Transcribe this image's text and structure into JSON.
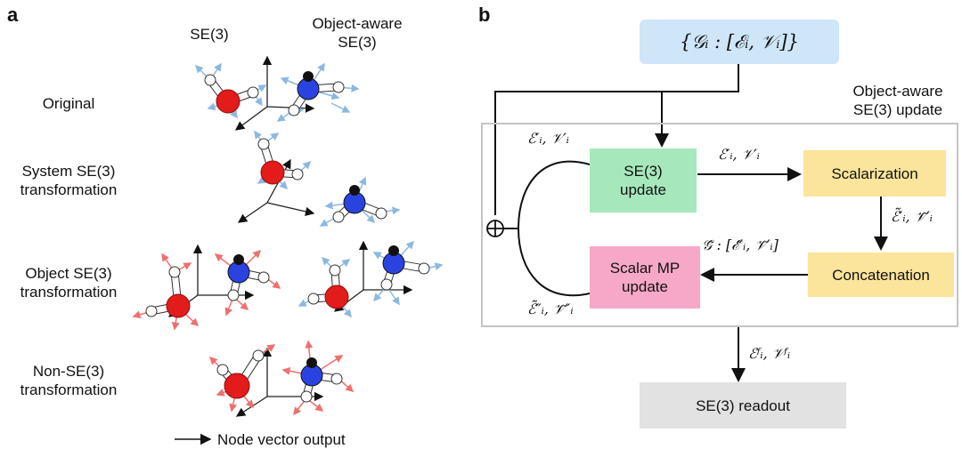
{
  "panel_a": {
    "letter": "a",
    "col_headers": [
      "SE(3)",
      "Object-aware\nSE(3)"
    ],
    "rows": [
      "Original",
      "System SE(3)\ntransformation",
      "Object SE(3)\ntransformation",
      "Non-SE(3)\ntransformation"
    ],
    "legend": "Node vector output"
  },
  "panel_b": {
    "letter": "b",
    "input_graph": "{𝒢ᵢ : [ℰᵢ, 𝒱ᵢ]}",
    "group_label": "Object-aware\nSE(3) update",
    "se3_update": "SE(3)\nupdate",
    "scalarization": "Scalarization",
    "concatenation": "Concatenation",
    "scalar_mp": "Scalar MP\nupdate",
    "readout": "SE(3) readout",
    "edge_loop_top": "ℰ′ᵢ, 𝒱′ᵢ",
    "edge_se3_to_scalar": "ℰ′ᵢ, 𝒱′ᵢ",
    "edge_scalar_to_concat": "ℰ̃′ᵢ, 𝒱̃′ᵢ",
    "edge_concat_to_mp": "𝒢̃ : [ℰ̃′ᵢ, 𝒱̃′ᵢ]",
    "edge_loop_bottom": "ℰ̃″ᵢ, 𝒱̃″ᵢ",
    "edge_to_readout": "ℰᶠᵢ, 𝒱ᶠᵢ",
    "oplus": "⊕"
  },
  "colors": {
    "input_box": "#cfe6f9",
    "se3_update_box": "#a6e8bc",
    "scalar_box": "#fbe49b",
    "mp_box": "#f7a8c8",
    "readout_box": "#e2e2e2",
    "group_border": "#c4c4c4",
    "oxygen": "#e21b1b",
    "nitrogen": "#2a43e0",
    "hydrogen": "#ffffff",
    "arrow_blue": "#8cb8e0",
    "arrow_red": "#ef6f6f"
  }
}
